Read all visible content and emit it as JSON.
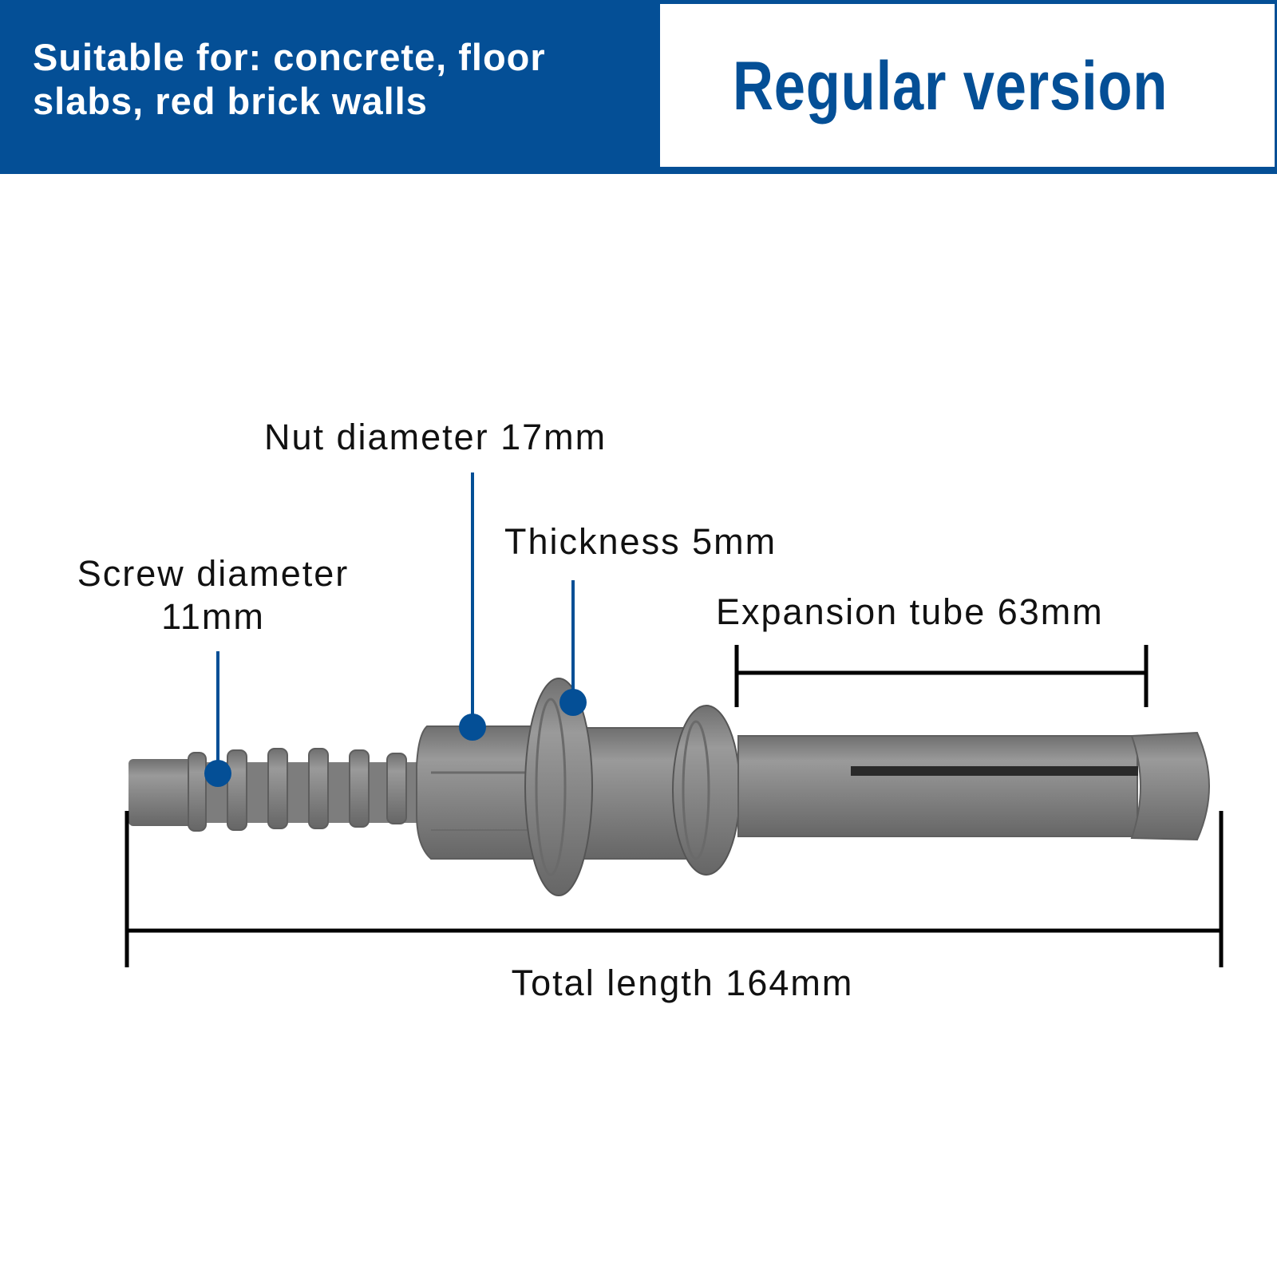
{
  "header": {
    "suitable_text": "Suitable for: concrete, floor slabs, red brick walls",
    "version_label": "Regular version"
  },
  "labels": {
    "nut_diameter": "Nut diameter 17mm",
    "thickness": "Thickness 5mm",
    "screw_diameter_line1": "Screw diameter",
    "screw_diameter_line2": "11mm",
    "expansion_tube": "Expansion tube 63mm",
    "total_length": "Total length 164mm"
  },
  "colors": {
    "brand_blue": "#044f96",
    "metal": "#8a8a8a",
    "text": "#111111"
  }
}
